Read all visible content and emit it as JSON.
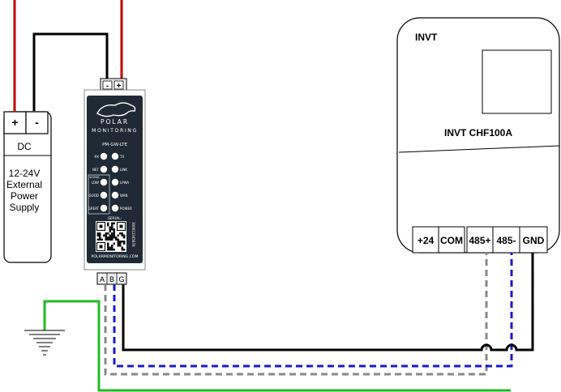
{
  "power_supply": {
    "plus_label": "+",
    "minus_label": "-",
    "type_label": "DC",
    "desc_lines": [
      "12-24V",
      "External",
      "Power",
      "Supply"
    ]
  },
  "gateway": {
    "term_minus": "-",
    "term_plus": "+",
    "brand_line1": "POLAR",
    "brand_line2": "MONITORING",
    "model": "PM-GW-LTE",
    "leds_left": [
      "RX",
      "NET",
      "LOW",
      "GOOD",
      "GREAT"
    ],
    "leds_right": [
      "TX",
      "LINK",
      "LPWA",
      "WAN",
      "POWER"
    ],
    "signal_label": "SIGNAL",
    "serial_label": "SERIAL:",
    "serial_number": "300012345678",
    "website": "POLARMONITORING.COM",
    "bottom_terms": [
      "A",
      "B",
      "G"
    ]
  },
  "inverter": {
    "corner_label": "INVT",
    "model_label": "INVT CHF100A",
    "terminals": [
      "+24",
      "COM",
      "485+",
      "485-",
      "GND"
    ]
  },
  "colors": {
    "power_pos": "#c00000",
    "power_neg": "#000000",
    "ground": "#22bb22",
    "rs485_a": "#888888",
    "rs485_b": "#1a1acc",
    "device_body": "#1f2a36"
  }
}
